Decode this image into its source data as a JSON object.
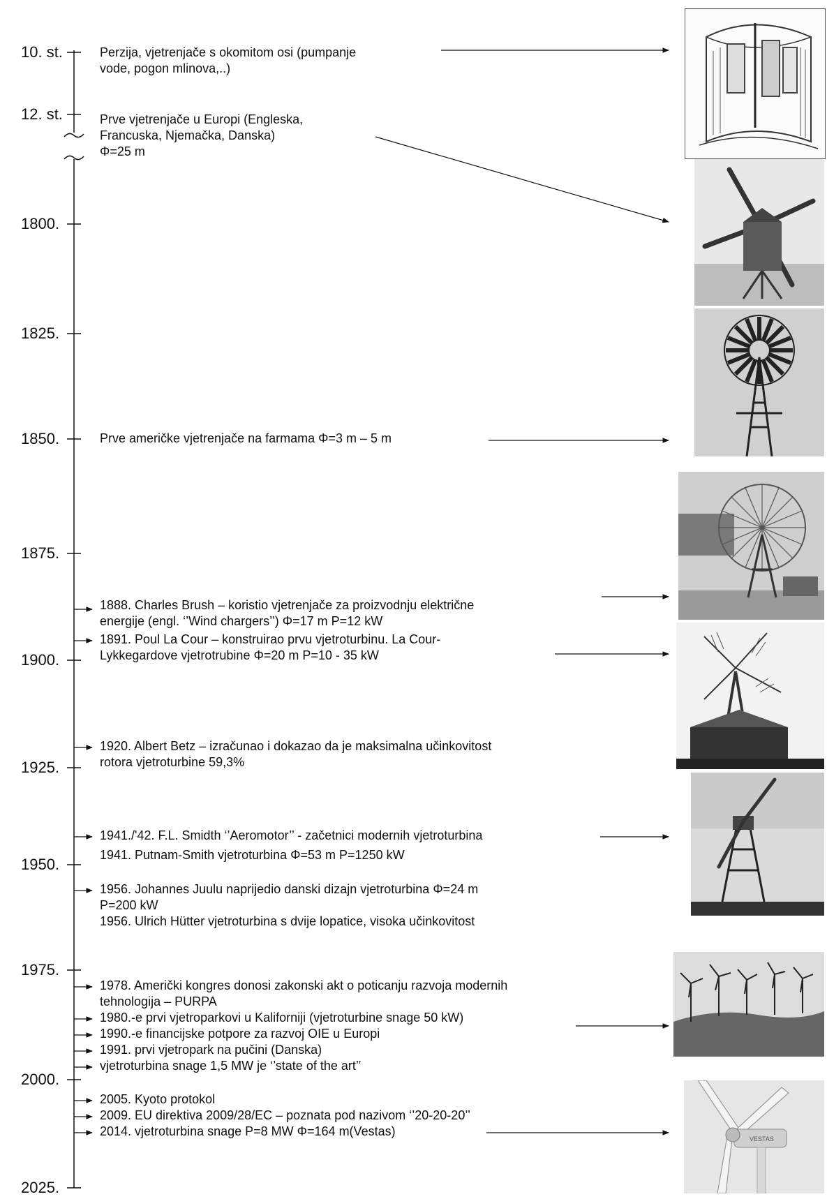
{
  "timeline": {
    "years": [
      "10. st.",
      "12. st.",
      "1800.",
      "1825.",
      "1850.",
      "1875.",
      "1900.",
      "1925.",
      "1950.",
      "1975.",
      "2000.",
      "2025."
    ],
    "events": [
      {
        "lines": [
          "Perzija, vjetrenjače s okomitom osi (pumpanje",
          "vode, pogon mlinova,..)"
        ]
      },
      {
        "lines": [
          "Prve vjetrenjače u Europi (Engleska,",
          "Francuska, Njemačka, Danska)",
          "Φ=25 m"
        ]
      },
      {
        "lines": [
          "Prve američke vjetrenjače na farmama Φ=3 m – 5 m"
        ]
      },
      {
        "lines": [
          "1888. Charles Brush – koristio vjetrenjače za proizvodnju električne",
          "energije (engl. ‘’Wind chargers’’) Φ=17 m P=12 kW"
        ]
      },
      {
        "lines": [
          "1891. Poul La Cour – konstruirao prvu vjetroturbinu. La Cour-",
          "Lykkegardove vjetrotrubine Φ=20 m P=10 - 35 kW"
        ]
      },
      {
        "lines": [
          "1920. Albert Betz – izračunao i dokazao da je maksimalna učinkovitost",
          "rotora vjetroturbine 59,3%"
        ]
      },
      {
        "lines": [
          "1941./'42. F.L. Smidth ‘’Aeromotor’’ - začetnici modernih vjetroturbina",
          "1941. Putnam-Smith vjetroturbina Φ=53 m P=1250 kW"
        ]
      },
      {
        "lines": [
          "1956. Johannes Juulu naprijedio danski dizajn vjetroturbina Φ=24 m",
          "P=200 kW",
          "1956. Ulrich Hütter vjetroturbina s dvije lopatice, visoka učinkovitost"
        ]
      },
      {
        "lines": [
          "1978. Američki kongres donosi zakonski akt o poticanju razvoja modernih",
          "tehnologija – PURPA",
          "1980.-e prvi vjetroparkovi u Kaliforniji (vjetroturbine snage 50 kW)",
          "1990.-e financijske potpore za razvoj OIE  u Europi",
          "1991. prvi vjetropark na pučini (Danska)",
          "vjetroturbina snage 1,5 MW je ‘’state of the art’’"
        ]
      },
      {
        "lines": [
          "2005. Kyoto protokol",
          "2009. EU direktiva 2009/28/EC – poznata pod nazivom ‘’20-20-20’’",
          "2014. vjetroturbina snage P=8 MW Φ=164 m(Vestas)"
        ]
      }
    ]
  },
  "images": [
    {
      "icon": "vertical-axis-windmill-icon"
    },
    {
      "icon": "post-mill-icon"
    },
    {
      "icon": "farm-windpump-icon"
    },
    {
      "icon": "brush-wind-charger-icon"
    },
    {
      "icon": "la-cour-windmill-icon"
    },
    {
      "icon": "smith-putnam-turbine-icon"
    },
    {
      "icon": "wind-farm-icon"
    },
    {
      "icon": "modern-turbine-icon",
      "brand": "VESTAS"
    }
  ],
  "colors": {
    "line": "#111111",
    "text": "#111111"
  }
}
